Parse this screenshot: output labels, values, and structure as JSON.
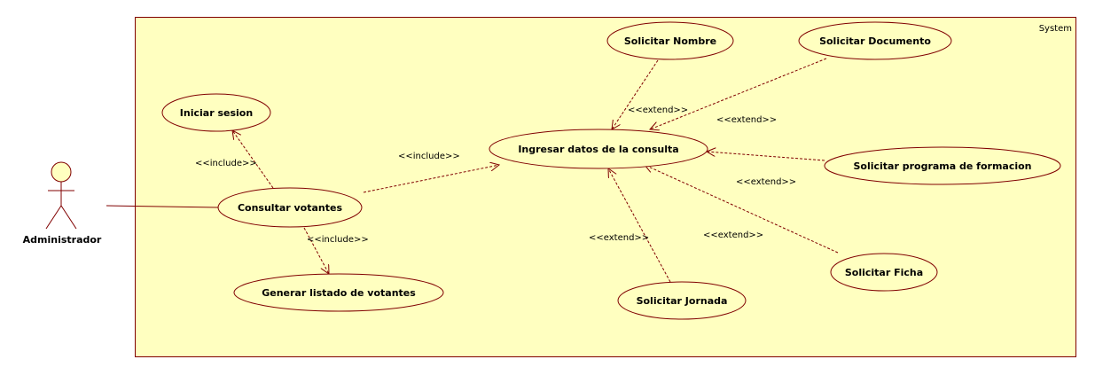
{
  "diagram": {
    "system_label": "System",
    "colors": {
      "fill": "#ffffc0",
      "stroke": "#800000",
      "text": "#000000"
    },
    "actor": {
      "label": "Administrador"
    },
    "use_cases": {
      "iniciar_sesion": "Iniciar sesion",
      "consultar_votantes": "Consultar votantes",
      "generar_listado": "Generar listado de votantes",
      "ingresar_datos": "Ingresar datos de la consulta",
      "solicitar_nombre": "Solicitar Nombre",
      "solicitar_documento": "Solicitar Documento",
      "solicitar_programa": "Solicitar programa de formacion",
      "solicitar_ficha": "Solicitar Ficha",
      "solicitar_jornada": "Solicitar Jornada"
    },
    "relations": {
      "include_iniciar": "<<include>>",
      "include_ingresar": "<<include>>",
      "include_generar": "<<include>>",
      "extend_nombre": "<<extend>>",
      "extend_documento": "<<extend>>",
      "extend_programa": "<<extend>>",
      "extend_ficha": "<<extend>>",
      "extend_jornada": "<<extend>>"
    }
  }
}
